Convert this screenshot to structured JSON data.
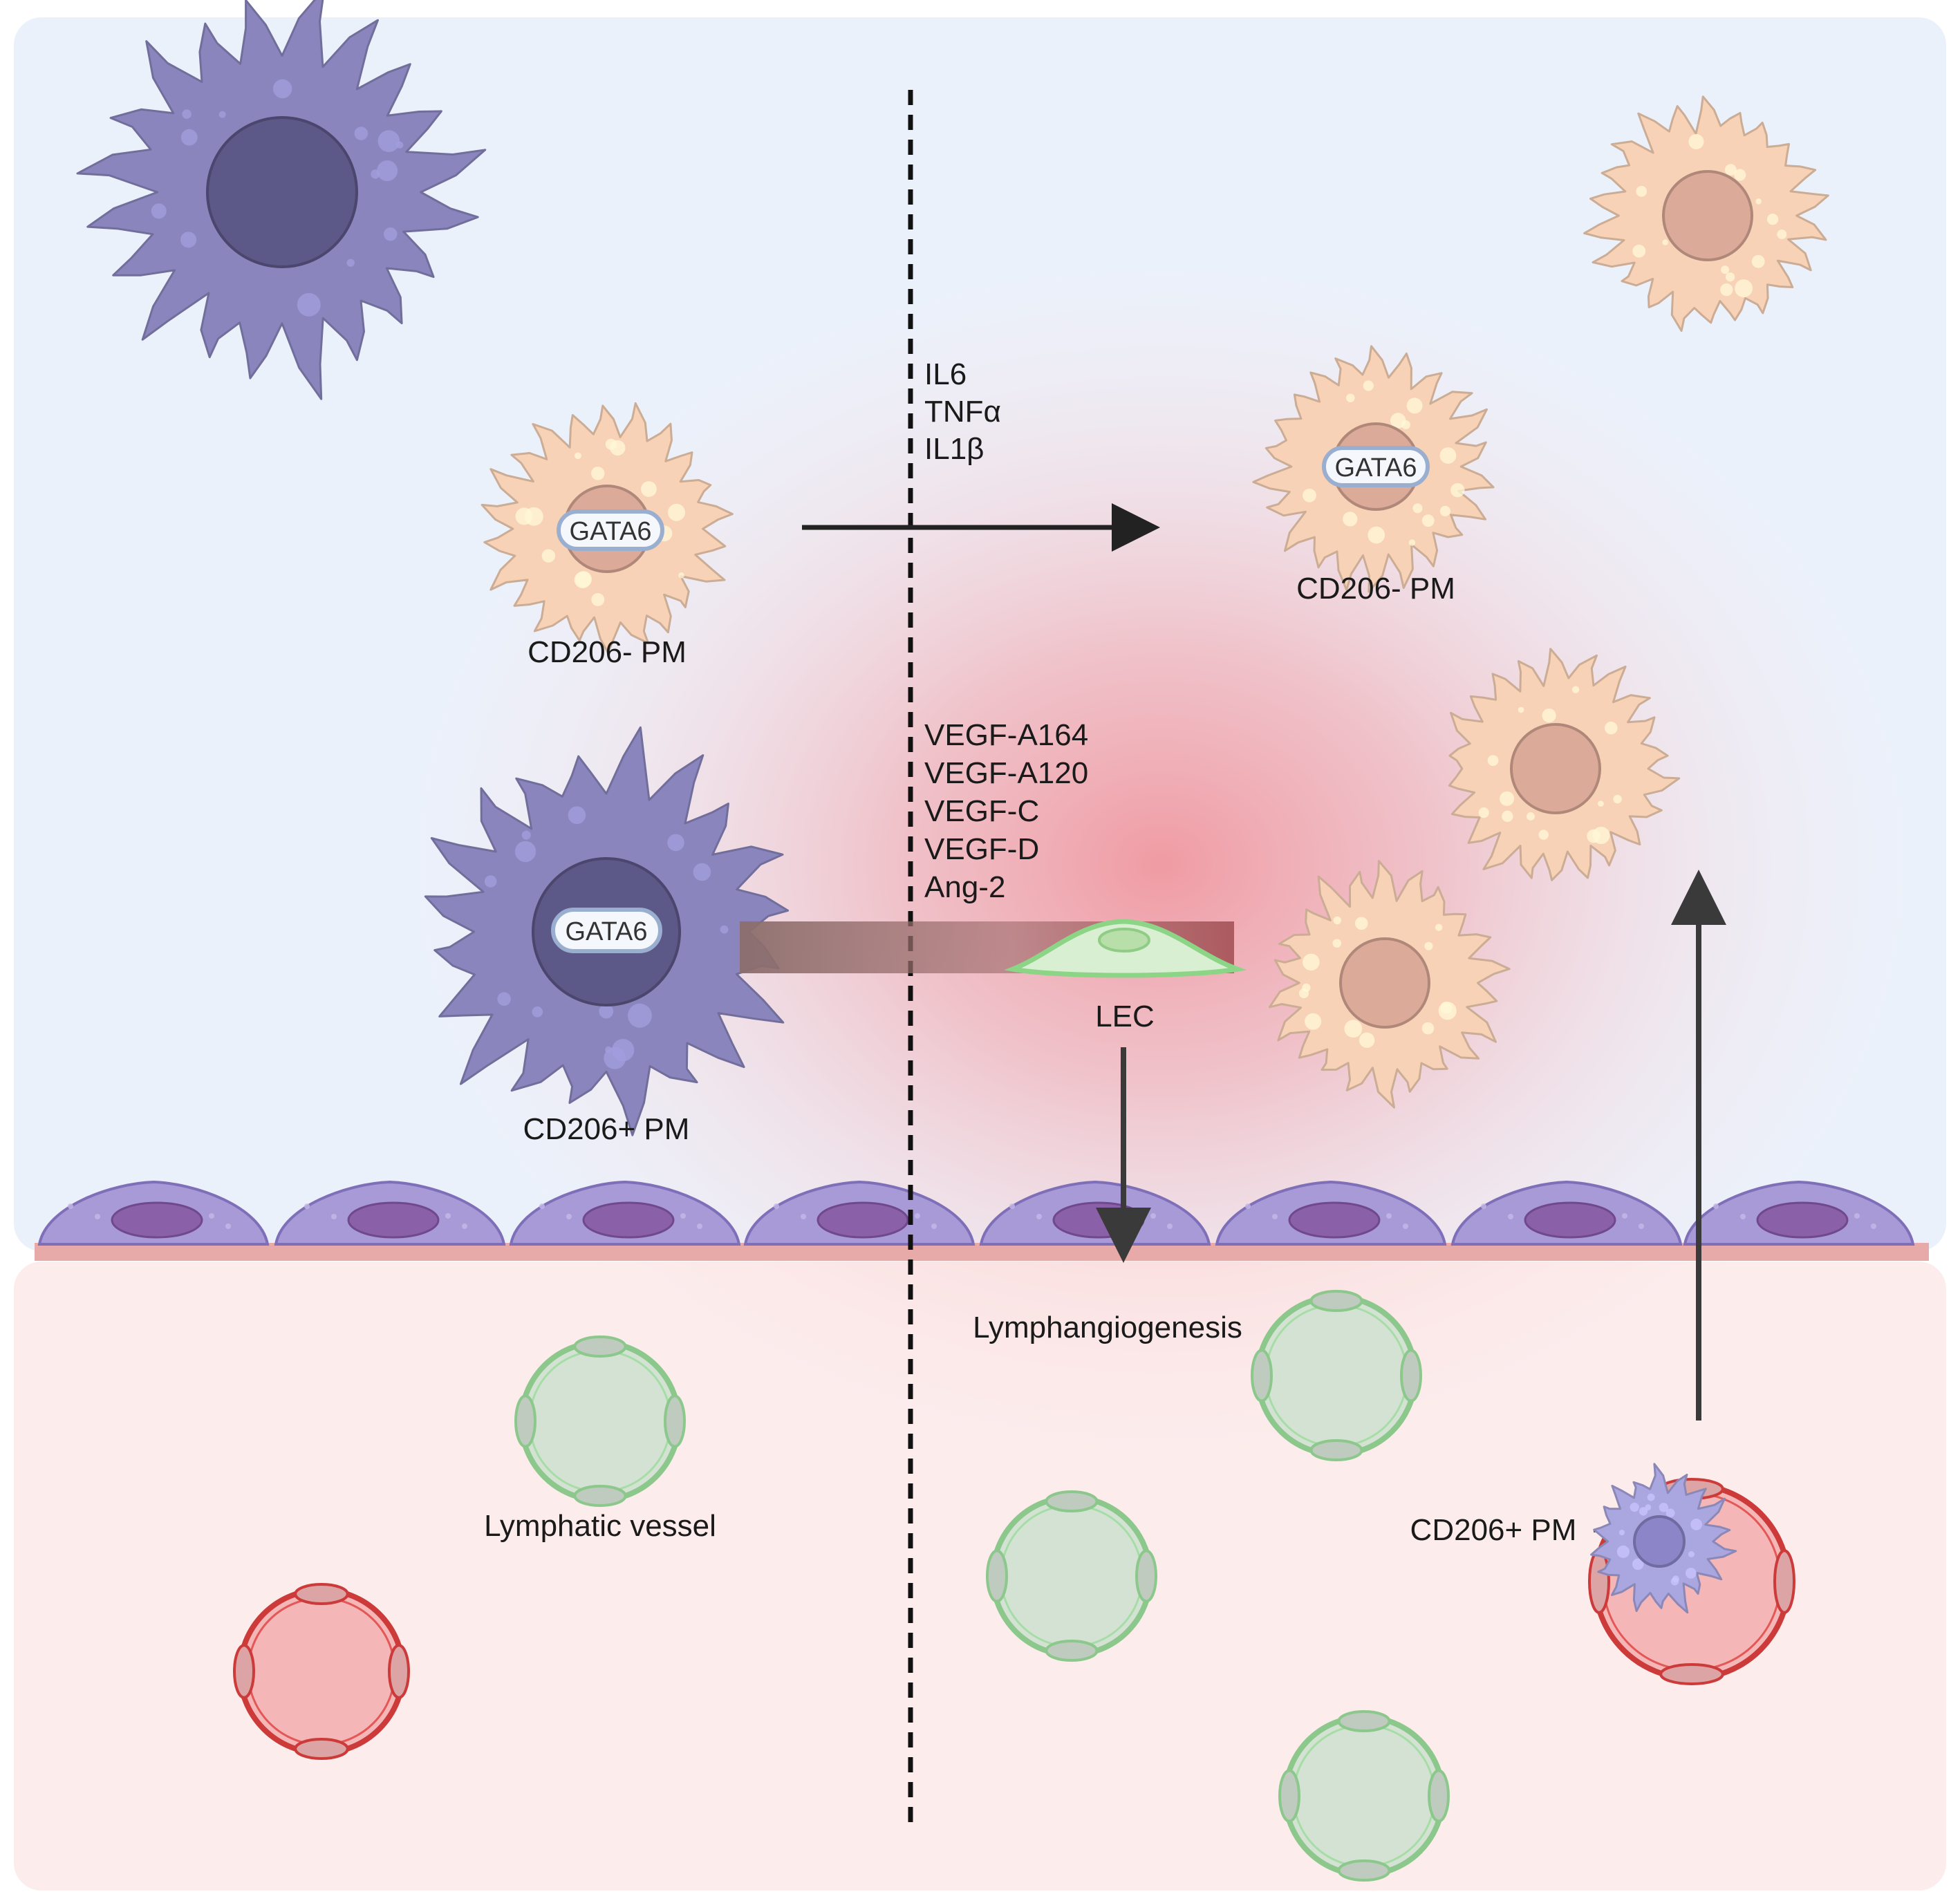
{
  "labels": {
    "top_factors": [
      "IL6",
      "TNFα",
      "IL1β"
    ],
    "vegf_factors": [
      "VEGF-A164",
      "VEGF-A120",
      "VEGF-C",
      "VEGF-D",
      "Ang-2"
    ],
    "gata6": "GATA6",
    "cd206_neg_left": "CD206- PM",
    "cd206_neg_right": "CD206- PM",
    "cd206_pos_left": "CD206+ PM",
    "cd206_pos_bottom": "CD206+ PM",
    "lec": "LEC",
    "lymphangiogenesis": "Lymphangiogenesis",
    "lymphatic_vessel": "Lymphatic vessel"
  },
  "colors": {
    "peritoneal_bg": "#ebf1fb",
    "tissue_bg": "#fcecec",
    "inflammation_glow": "#f08c94",
    "cd206_pos_cell": "#8a86bd",
    "cd206_pos_nucleus": "#5c5888",
    "cd206_neg_cell": "#f8d2b6",
    "cd206_neg_nucleus": "#dcaa98",
    "mesothelial_cell": "#a89ad6",
    "lymphatic_vessel": "#d4e2d4",
    "lymphatic_wall": "#8cc88c",
    "blood_vessel": "#f4b6b6",
    "blood_vessel_wall": "#cc3a3a",
    "lec_cell": "#d8efd2"
  },
  "icons": {
    "macrophage": "spiky-cell-icon",
    "vessel": "ring-vessel-icon",
    "arrow": "arrow-icon"
  }
}
